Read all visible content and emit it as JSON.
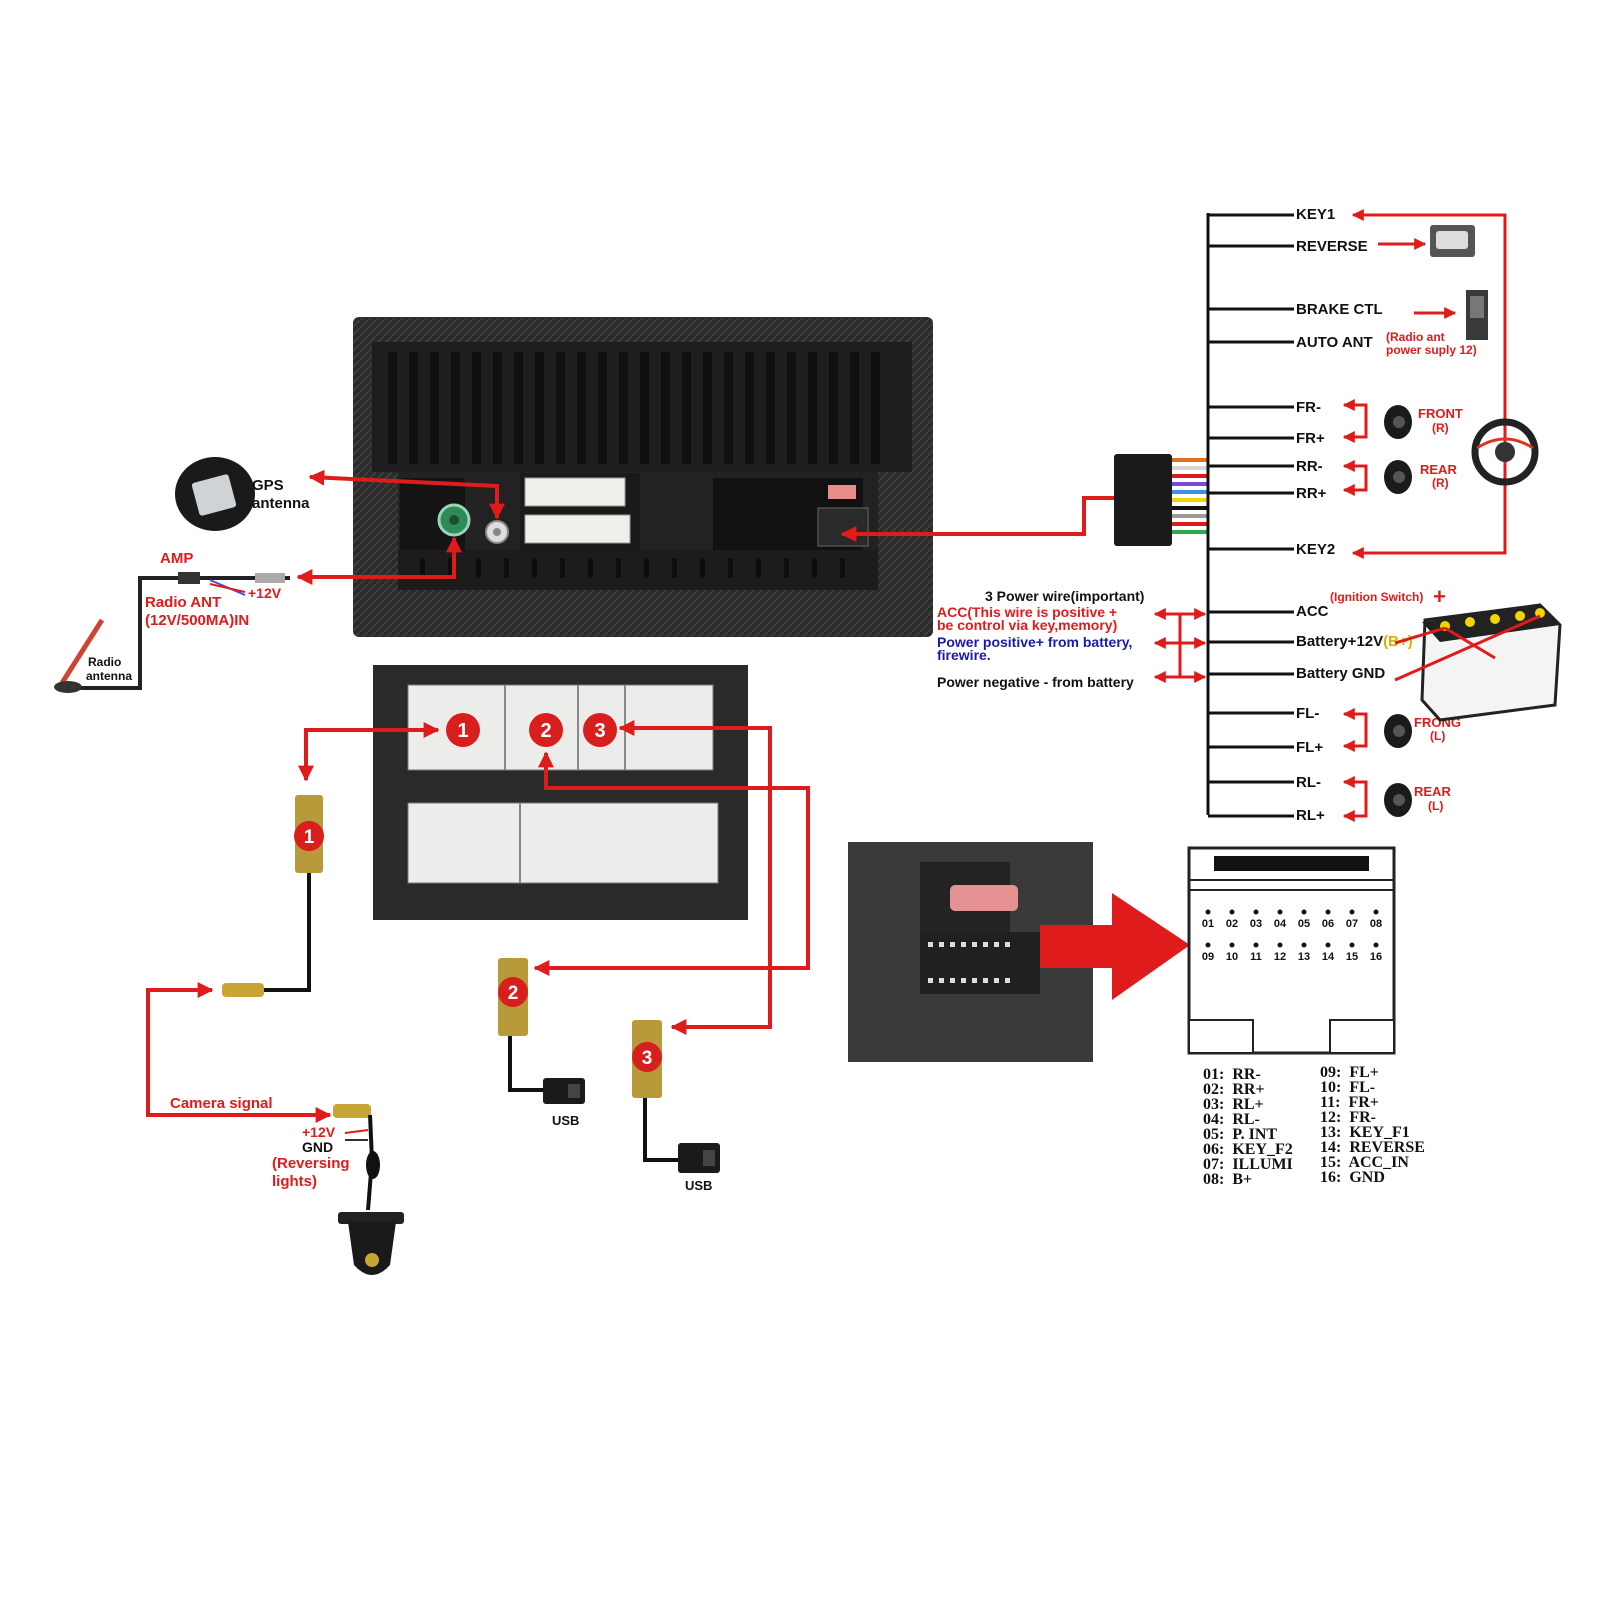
{
  "colors": {
    "wire_red": "#e01b1b",
    "wire_black": "#111111",
    "text_blue": "#1a1aa8",
    "text_yellow": "#d4b300",
    "connector_gold": "#b89a3a"
  },
  "left": {
    "gps_label": "GPS",
    "gps_label2": "antenna",
    "amp_label": "AMP",
    "plus12_label": "+12V",
    "radio_ant_label": "Radio ANT",
    "radio_ant_label2": "(12V/500MA)IN",
    "radio_antenna_label": "Radio",
    "radio_antenna_label2": "antenna"
  },
  "connectors": {
    "badge_1": "1",
    "badge_2": "2",
    "badge_3": "3",
    "usb_label_2": "USB",
    "usb_label_3": "USB"
  },
  "camera": {
    "signal_label": "Camera signal",
    "plus12_label": "+12V",
    "gnd_label": "GND",
    "reversing_label": "(Reversing",
    "reversing_label2": "lights)"
  },
  "harness": {
    "key1": "KEY1",
    "reverse": "REVERSE",
    "brake_ctl": "BRAKE CTL",
    "auto_ant": "AUTO ANT",
    "auto_ant_note": "(Radio ant",
    "auto_ant_note2": "power suply 12)",
    "fr_minus": "FR-",
    "fr_plus": "FR+",
    "rr_minus": "RR-",
    "rr_plus": "RR+",
    "front_r": "FRONT",
    "front_r2": "(R)",
    "rear_r": "REAR",
    "rear_r2": "(R)",
    "key2": "KEY2",
    "acc": "ACC",
    "battery_12v": "Battery+12V",
    "battery_b_plus": "(B+)",
    "battery_gnd": "Battery GND",
    "ignition_switch": "(Ignition Switch)",
    "fl_minus": "FL-",
    "fl_plus": "FL+",
    "rl_minus": "RL-",
    "rl_plus": "RL+",
    "frong_l": "FRONG",
    "frong_l2": "(L)",
    "rear_l": "REAR",
    "rear_l2": "(L)"
  },
  "power": {
    "title": "3 Power wire(important)",
    "acc_line1": "ACC(This wire is positive +",
    "acc_line2": "be control via key,memory)",
    "pos_line1": "Power positive+ from battery,",
    "pos_line2": "firewire.",
    "neg_line": "Power negative - from battery"
  },
  "pin_diagram": {
    "top_numbers": [
      "01",
      "02",
      "03",
      "04",
      "05",
      "06",
      "07",
      "08"
    ],
    "bottom_numbers": [
      "09",
      "10",
      "11",
      "12",
      "13",
      "14",
      "15",
      "16"
    ]
  },
  "pin_list_left": [
    "01:  RR-",
    "02:  RR+",
    "03:  RL+",
    "04:  RL-",
    "05:  P. INT",
    "06:  KEY_F2",
    "07:  ILLUMI",
    "08:  B+"
  ],
  "pin_list_right": [
    "09:  FL+",
    "10:  FL-",
    "11:  FR+",
    "12:  FR-",
    "13:  KEY_F1",
    "14:  REVERSE",
    "15:  ACC_IN",
    "16:  GND"
  ]
}
